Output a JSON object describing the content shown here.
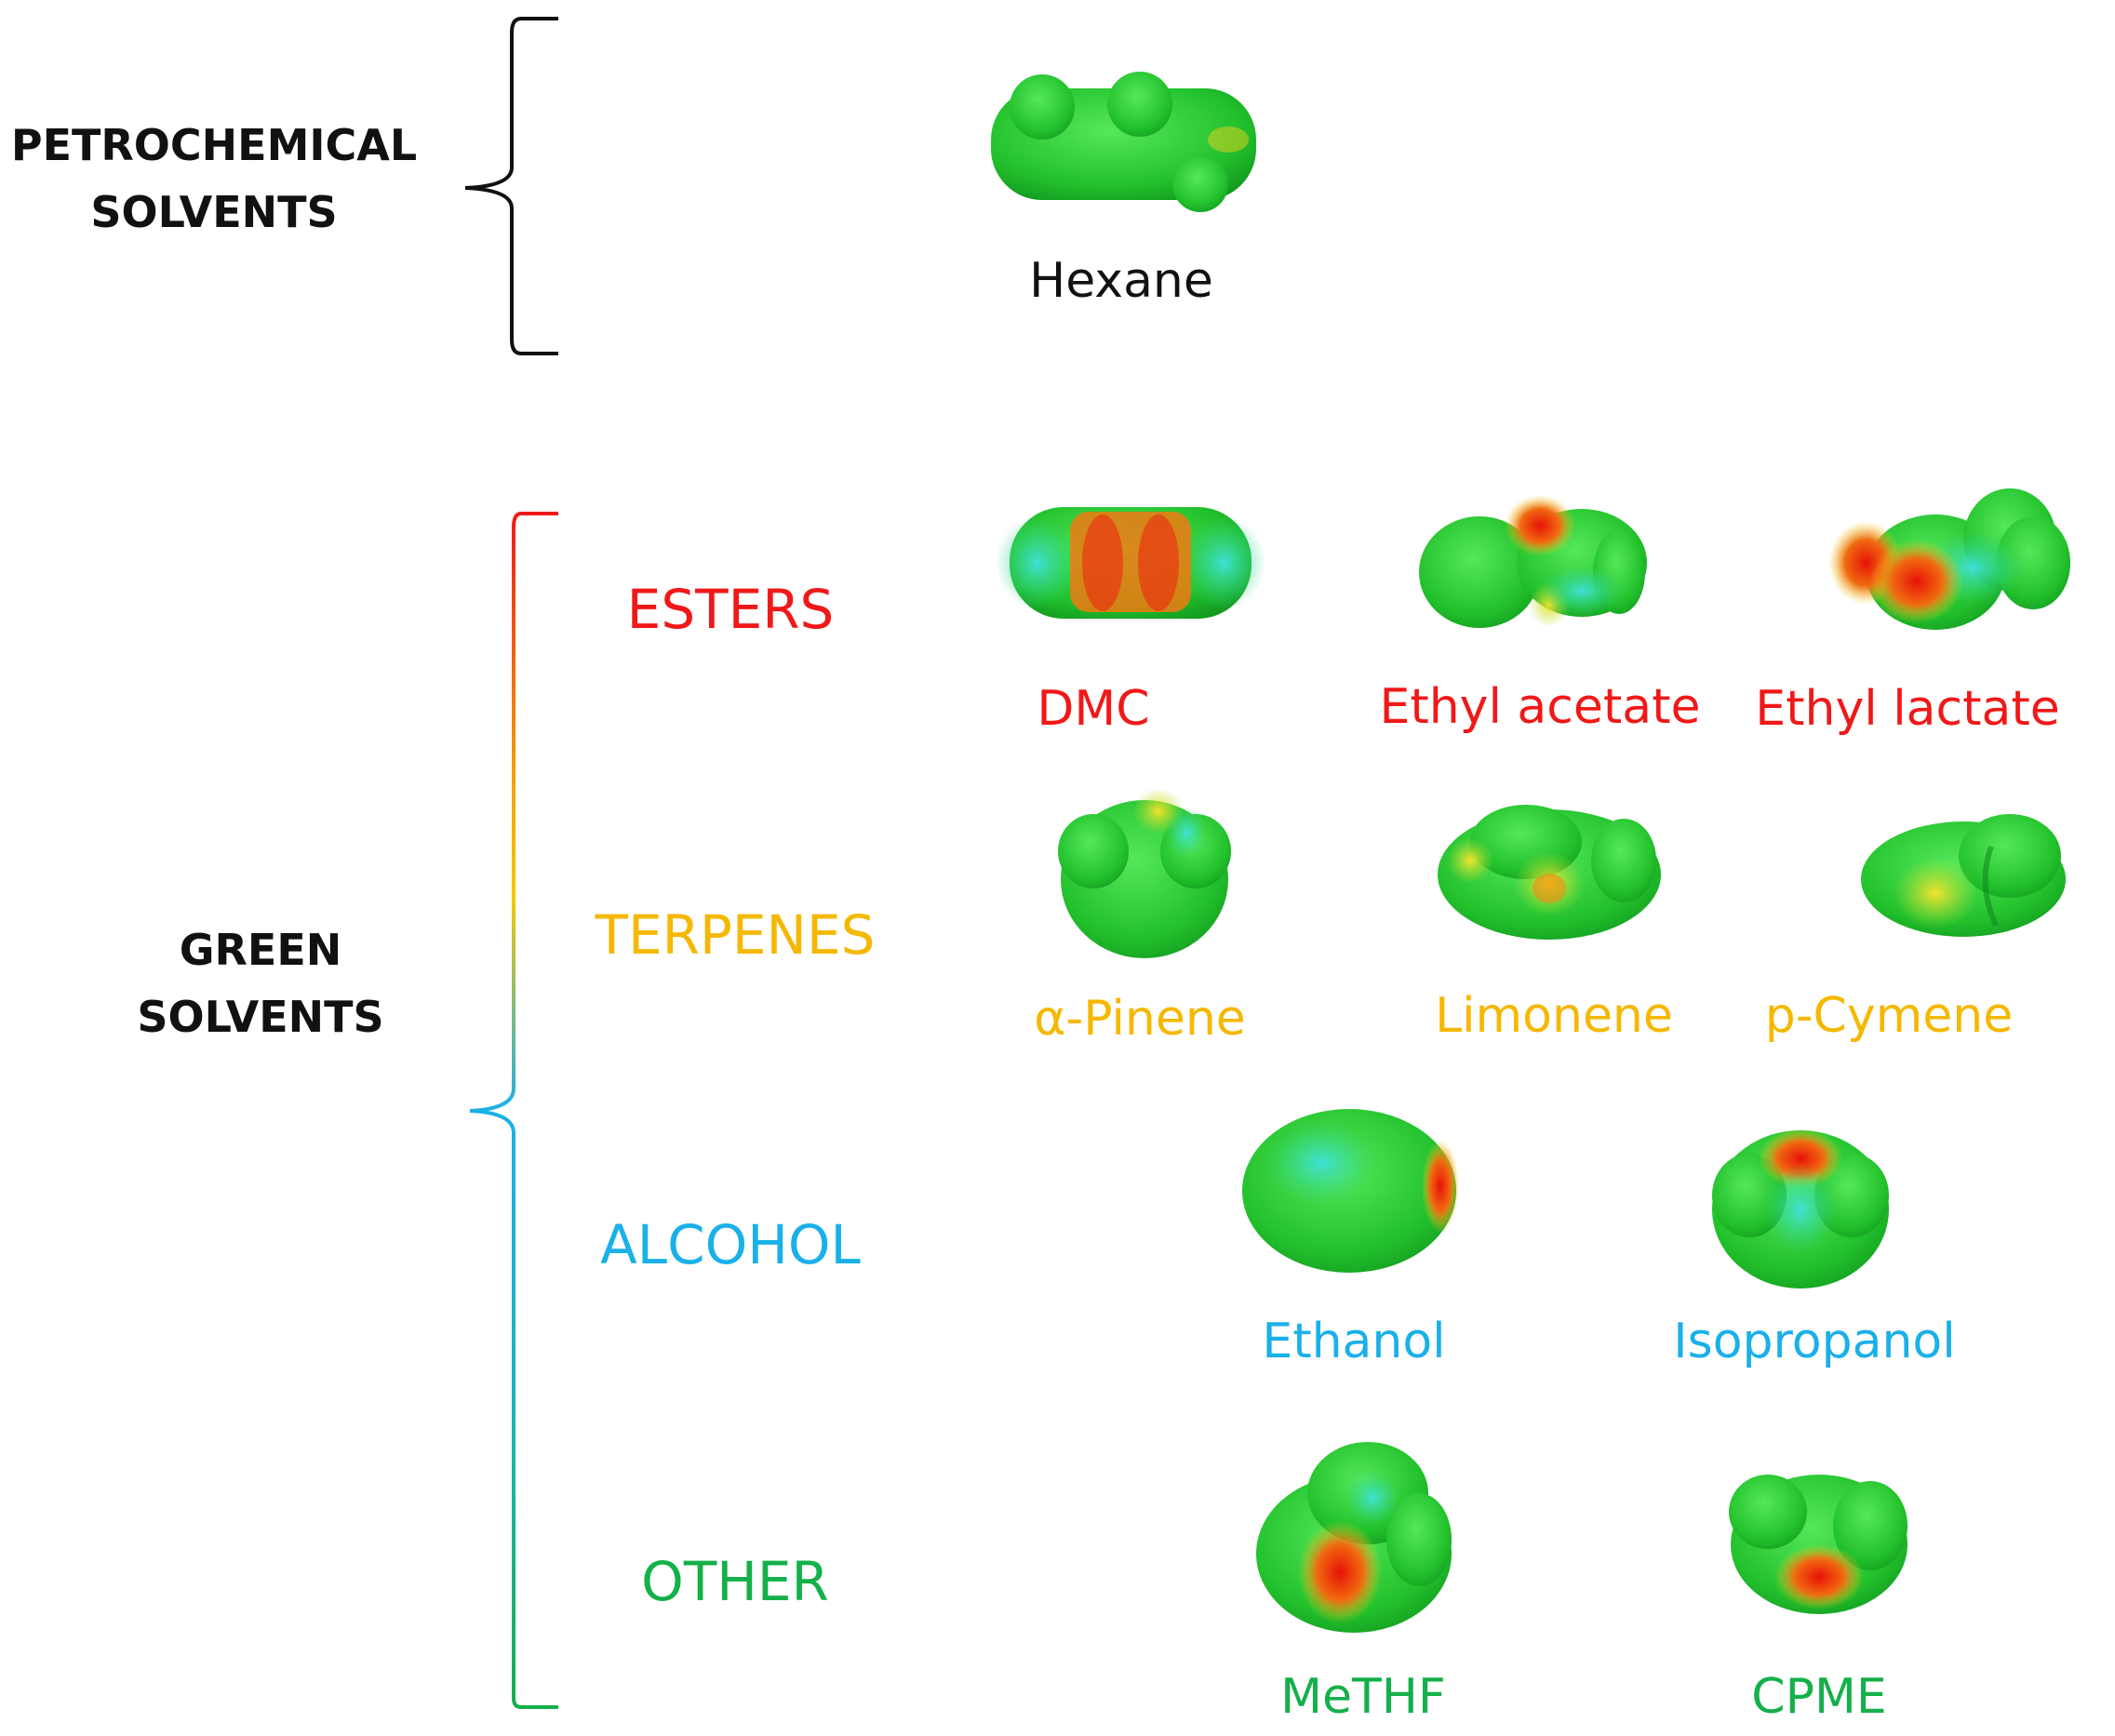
{
  "groups": {
    "petrochemical": {
      "line1": "PETROCHEMICAL",
      "line2": "SOLVENTS"
    },
    "green": {
      "line1": "GREEN",
      "line2": "SOLVENTS"
    }
  },
  "categories": {
    "esters": {
      "label": "ESTERS",
      "color": "#f01818"
    },
    "terpenes": {
      "label": "TERPENES",
      "color": "#f5b800"
    },
    "alcohol": {
      "label": "ALCOHOL",
      "color": "#1ab0e8"
    },
    "other": {
      "label": "OTHER",
      "color": "#14b04a"
    }
  },
  "molecules": {
    "hexane": {
      "label": "Hexane",
      "color": "#111111"
    },
    "dmc": {
      "label": "DMC",
      "color": "#f01818"
    },
    "ethyl_acetate": {
      "label": "Ethyl acetate",
      "color": "#f01818"
    },
    "ethyl_lactate": {
      "label": "Ethyl lactate",
      "color": "#f01818"
    },
    "a_pinene": {
      "label": "α-Pinene",
      "color": "#f5b800"
    },
    "limonene": {
      "label": "Limonene",
      "color": "#f5b800"
    },
    "p_cymene": {
      "label": "p-Cymene",
      "color": "#f5b800"
    },
    "ethanol": {
      "label": "Ethanol",
      "color": "#1ab0e8"
    },
    "isopropanol": {
      "label": "Isopropanol",
      "color": "#1ab0e8"
    },
    "methf": {
      "label": "MeTHF",
      "color": "#14b04a"
    },
    "cpme": {
      "label": "CPME",
      "color": "#14b04a"
    }
  },
  "surface_colors": {
    "neutral": "#2ed12e",
    "positive": "#32d6c8",
    "negative": "#e81a10",
    "partial": "#f2e020"
  }
}
